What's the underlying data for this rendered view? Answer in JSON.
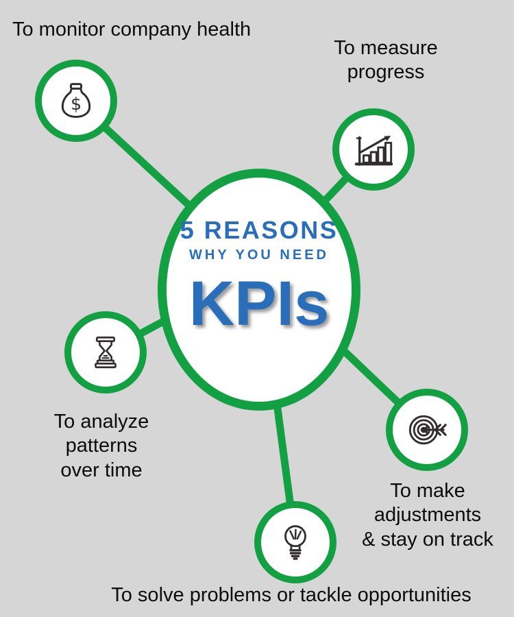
{
  "hub": {
    "line1": "5 REASONS",
    "line2": "WHY YOU NEED",
    "line3": "KPIs"
  },
  "reasons": [
    {
      "label": "To monitor company health",
      "icon": "money-bag-icon"
    },
    {
      "label": "To measure\nprogress",
      "icon": "growth-chart-icon"
    },
    {
      "label": "To analyze\npatterns\nover time",
      "icon": "hourglass-icon"
    },
    {
      "label": "To make\nadjustments\n& stay on track",
      "icon": "target-arrow-icon"
    },
    {
      "label": "To solve problems or tackle opportunities",
      "icon": "lightbulb-icon"
    }
  ],
  "colors": {
    "background": "#d6d6d6",
    "green": "#12a043",
    "blue": "#2a6db8",
    "ink": "#332d30",
    "text": "#0c0c0c"
  }
}
